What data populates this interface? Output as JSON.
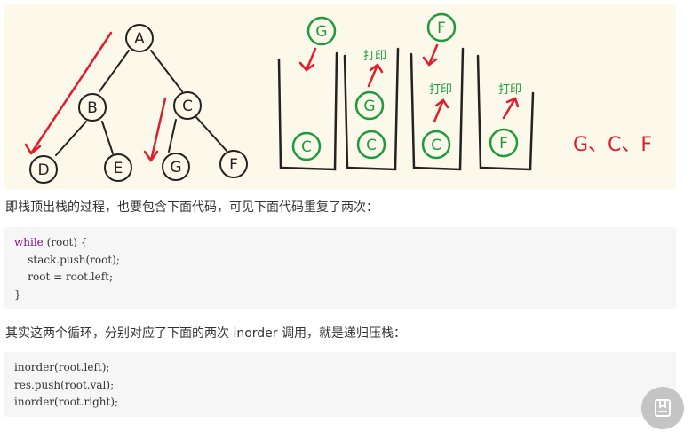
{
  "figure": {
    "tree_nodes": [
      "A",
      "B",
      "C",
      "D",
      "E",
      "G",
      "F"
    ],
    "stack_states": [
      {
        "top_label": "G",
        "items": [
          "C"
        ]
      },
      {
        "top_label": "",
        "pop_label": "打印",
        "items": [
          "C",
          "G"
        ]
      },
      {
        "top_label": "F",
        "pop_label": "打印",
        "items": [
          "C"
        ]
      },
      {
        "top_label": "",
        "pop_label": "打印",
        "items": [
          "F"
        ]
      }
    ],
    "result_text": "G、C、F",
    "colors": {
      "green": "#1d9b3c",
      "red": "#e11d2c",
      "ink": "#222222",
      "background": "#fcf8ea"
    }
  },
  "para1": "即栈顶出栈的过程，也要包含下面代码，可见下面代码重复了两次：",
  "code1": {
    "line1_keyword": "while",
    "line1_rest": " (root) {",
    "line2": "    stack.push(root);",
    "line3": "    root = root.left;",
    "line4": "}"
  },
  "para2": "其实这两个循环，分别对应了下面的两次 inorder 调用，就是递归压栈：",
  "code2": {
    "line1": "inorder(root.left);",
    "line2": "res.push(root.val);",
    "line3": "inorder(root.right);"
  },
  "fab": {
    "icon": "bookmark-book-icon"
  }
}
